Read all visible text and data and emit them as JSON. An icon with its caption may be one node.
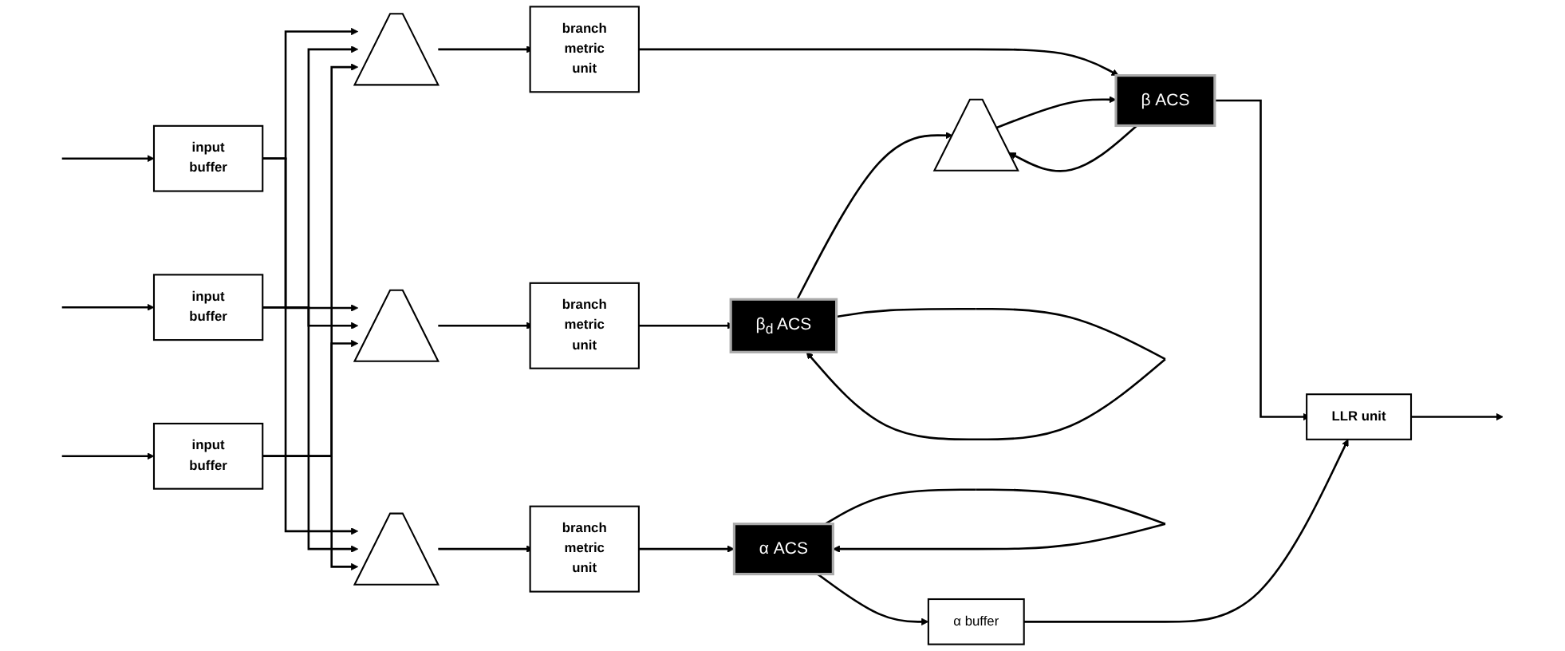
{
  "diagram": {
    "nodes": [
      {
        "text": [
          "input buffer"
        ]
      },
      {
        "text": [
          "input buffer"
        ]
      },
      {
        "text": [
          "input buffer"
        ]
      },
      {
        "text": [],
        "shape": "trapezoid"
      },
      {
        "text": [
          "branch metric unit"
        ]
      },
      {
        "text": [
          "β$_{d}$ ACS"
        ]
      },
      {
        "text": [],
        "shape": "trapezoid"
      },
      {
        "text": [
          "branch metric unit"
        ]
      },
      {
        "text": [],
        "shape": "trapezoid"
      },
      {
        "text": [
          "β ACS"
        ]
      },
      {
        "text": [],
        "shape": "trapezoid"
      },
      {
        "text": [
          "branch metric unit"
        ]
      },
      {
        "text": [
          "α ACS"
        ]
      },
      {
        "text": [
          "α buffer"
        ]
      },
      {
        "text": [
          "LLR unit"
        ]
      }
    ],
    "edges": [
      {
        "from": null,
        "to": 0,
        "arrow": "to"
      },
      {
        "from": null,
        "to": 1,
        "arrow": "to"
      },
      {
        "from": null,
        "to": 2,
        "arrow": "to"
      },
      {
        "from": 0,
        "to": 3,
        "arrow": "to"
      },
      {
        "from": 1,
        "to": 3,
        "arrow": "to"
      },
      {
        "from": 2,
        "to": 3,
        "arrow": "to"
      },
      {
        "from": 0,
        "to": 6,
        "arrow": "to"
      },
      {
        "from": 1,
        "to": 6,
        "arrow": "to"
      },
      {
        "from": 2,
        "to": 6,
        "arrow": "to"
      },
      {
        "from": 0,
        "to": 10,
        "arrow": "to"
      },
      {
        "from": 1,
        "to": 10,
        "arrow": "to"
      },
      {
        "from": 2,
        "to": 10,
        "arrow": "to"
      },
      {
        "from": 3,
        "to": 4,
        "arrow": "to"
      },
      {
        "from": 4,
        "to": 5,
        "arrow": "to"
      },
      {
        "from": 5,
        "to": 5,
        "arrow": "to"
      },
      {
        "from": 5,
        "to": 8,
        "arrow": "to"
      },
      {
        "from": 6,
        "to": 7,
        "arrow": "to"
      },
      {
        "from": 7,
        "to": 9,
        "arrow": "to"
      },
      {
        "from": 9,
        "to": 8,
        "arrow": "to"
      },
      {
        "from": 8,
        "to": 9,
        "arrow": "to"
      },
      {
        "from": 9,
        "to": 14,
        "arrow": "to"
      },
      {
        "from": 10,
        "to": 11,
        "arrow": "to"
      },
      {
        "from": 11,
        "to": 12,
        "arrow": "to"
      },
      {
        "from": 12,
        "to": 12,
        "arrow": "to"
      },
      {
        "from": 12,
        "to": 13,
        "arrow": "to"
      },
      {
        "from": 13,
        "to": 14,
        "arrow": "to"
      },
      {
        "from": 14,
        "to": null,
        "arrow": "to"
      }
    ]
  }
}
